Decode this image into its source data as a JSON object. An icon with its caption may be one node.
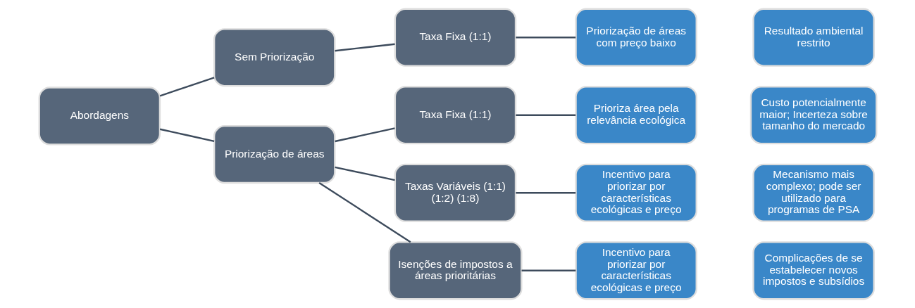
{
  "diagram": {
    "nodes": [
      {
        "text": [
          "Abordagens"
        ]
      },
      {
        "text": [
          "Sem Priorização"
        ]
      },
      {
        "text": [
          "Priorização de áreas"
        ]
      },
      {
        "text": [
          "Taxa Fixa (1:1)"
        ]
      },
      {
        "text": [
          "Taxa Fixa (1:1)"
        ]
      },
      {
        "text": [
          "Taxas Variáveis (1:1) (1:2) (1:8)"
        ]
      },
      {
        "text": [
          "Isenções de impostos a áreas prioritárias"
        ]
      },
      {
        "text": [
          "Priorização de áreas com preço baixo"
        ]
      },
      {
        "text": [
          "Prioriza área pela relevância ecológica"
        ]
      },
      {
        "text": [
          "Incentivo para priorizar por características ecológicas e preço"
        ]
      },
      {
        "text": [
          "Incentivo para priorizar por características ecológicas e preço"
        ]
      },
      {
        "text": [
          "Resultado ambiental restrito"
        ]
      },
      {
        "text": [
          "Custo potencialmente maior; Incerteza sobre tamanho do mercado"
        ]
      },
      {
        "text": [
          "Mecanismo mais complexo; pode ser utilizado para programas de PSA"
        ]
      },
      {
        "text": [
          "Complicações de se estabelecer novos impostos e subsídios"
        ]
      }
    ],
    "edges": [
      {
        "from": 0,
        "to": 1,
        "arrow": "none"
      },
      {
        "from": 0,
        "to": 2,
        "arrow": "none"
      },
      {
        "from": 1,
        "to": 3,
        "arrow": "none"
      },
      {
        "from": 2,
        "to": 4,
        "arrow": "none"
      },
      {
        "from": 2,
        "to": 5,
        "arrow": "none"
      },
      {
        "from": 2,
        "to": 6,
        "arrow": "none"
      },
      {
        "from": 3,
        "to": 7,
        "arrow": "none"
      },
      {
        "from": 4,
        "to": 8,
        "arrow": "none"
      },
      {
        "from": 5,
        "to": 9,
        "arrow": "none"
      },
      {
        "from": 6,
        "to": 10,
        "arrow": "none"
      }
    ]
  }
}
